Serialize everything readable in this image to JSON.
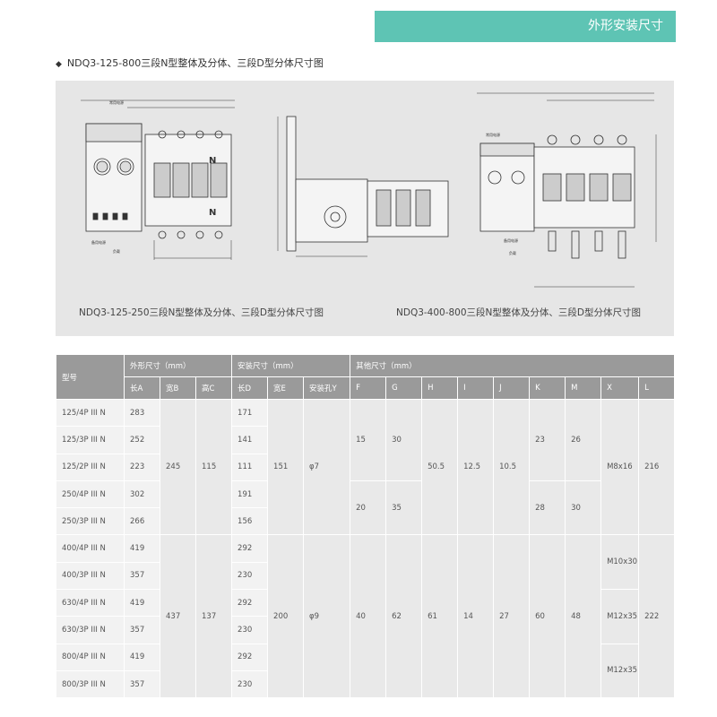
{
  "header": {
    "banner": "外形安装尺寸"
  },
  "section": {
    "bullet": "◆",
    "title": "NDQ3-125-800三段N型整体及分体、三段D型分体尺寸图"
  },
  "drawings": {
    "left_caption": "NDQ3-125-250三段N型整体及分体、三段D型分体尺寸图",
    "right_caption": "NDQ3-400-800三段N型整体及分体、三段D型分体尺寸图",
    "labels": {
      "common_power": "常用电源",
      "backup_power": "备用电源",
      "load": "负载",
      "n": "N"
    }
  },
  "table": {
    "header1": {
      "model": "型号",
      "outer": "外形尺寸（mm）",
      "mount": "安装尺寸（mm）",
      "other": "其他尺寸（mm）"
    },
    "header2": [
      "长A",
      "宽B",
      "高C",
      "长D",
      "宽E",
      "安装孔Y",
      "F",
      "G",
      "H",
      "I",
      "J",
      "K",
      "M",
      "X",
      "L"
    ],
    "models": [
      "125/4P III N",
      "125/3P III N",
      "125/2P III N",
      "250/4P III N",
      "250/3P III N",
      "400/4P III N",
      "400/3P III N",
      "630/4P III N",
      "630/3P III N",
      "800/4P III N",
      "800/3P III N"
    ],
    "A": [
      "283",
      "252",
      "223",
      "302",
      "266",
      "419",
      "357",
      "419",
      "357",
      "419",
      "357"
    ],
    "D": [
      "171",
      "141",
      "111",
      "191",
      "156",
      "292",
      "230",
      "292",
      "230",
      "292",
      "230"
    ],
    "small": {
      "B": "245",
      "C": "115",
      "E": "151",
      "Y": "φ7",
      "F1": "15",
      "G1": "30",
      "F2": "20",
      "G2": "35",
      "H": "50.5",
      "I": "12.5",
      "J": "10.5",
      "K1": "23",
      "M1": "26",
      "K2": "28",
      "M2": "30",
      "X": "M8x16",
      "L": "216"
    },
    "large": {
      "B": "437",
      "C": "137",
      "E": "200",
      "Y": "φ9",
      "F": "40",
      "G": "62",
      "H": "61",
      "I": "14",
      "J": "27",
      "K": "60",
      "M": "48",
      "X1": "M10x30",
      "X2": "M12x35",
      "X3": "M12x35",
      "L": "222"
    }
  }
}
